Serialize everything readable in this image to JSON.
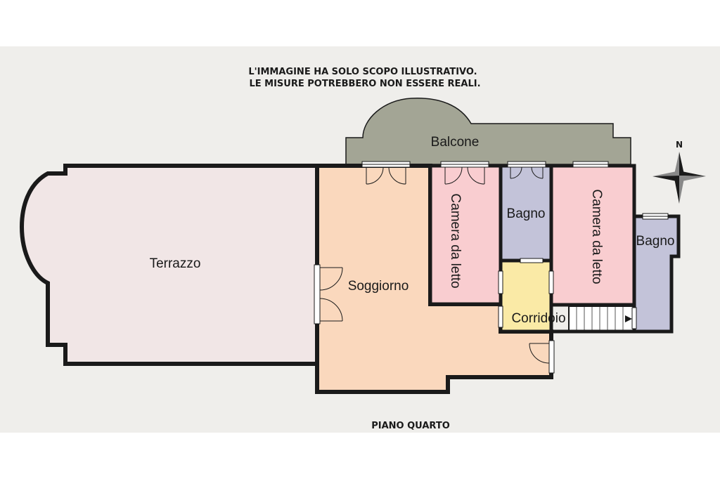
{
  "disclaimer": {
    "line1": "L'IMMAGINE HA SOLO SCOPO ILLUSTRATIVO.",
    "line2": "LE MISURE POTREBBERO NON ESSERE REALI."
  },
  "floor_label": "PIANO QUARTO",
  "compass": {
    "north_label": "N"
  },
  "rooms": {
    "balcone": "Balcone",
    "terrazzo": "Terrazzo",
    "soggiorno": "Soggiorno",
    "camera1": "Camera da letto",
    "bagno1": "Bagno",
    "camera2": "Camera da letto",
    "bagno2": "Bagno",
    "corridoio": "Corridoio"
  },
  "colors": {
    "background": "#efeeeb",
    "wall": "#1a1a1a",
    "balcone": "#a3a595",
    "terrazzo": "#f1e6e6",
    "soggiorno": "#fad8bd",
    "camera": "#f9cdd0",
    "bagno": "#c3c3d9",
    "corridoio": "#faeaa6",
    "stairs": "#ffffff"
  }
}
